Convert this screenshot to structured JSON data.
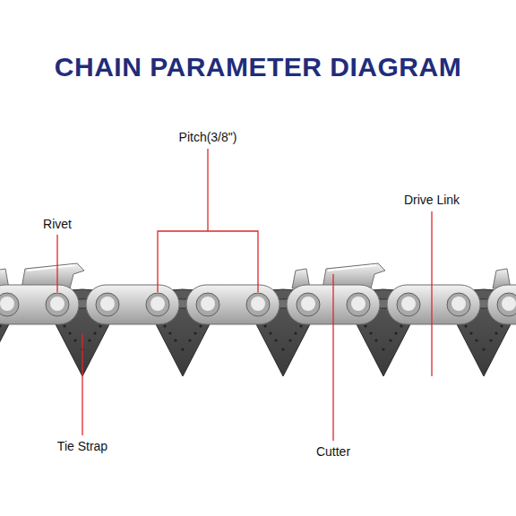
{
  "diagram": {
    "title": "CHAIN PARAMETER DIAGRAM",
    "labels": [
      "Pitch(3/8\")",
      "Drive Link",
      "Rivet",
      "Tie Strap",
      "Cutter"
    ]
  }
}
